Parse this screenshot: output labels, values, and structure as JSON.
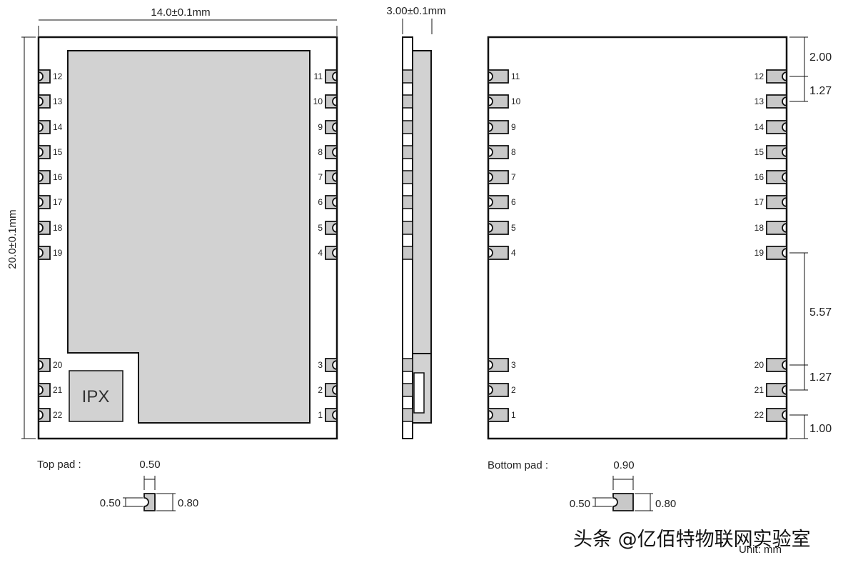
{
  "colors": {
    "outline": "#111111",
    "pad_fill": "#c8c8c8",
    "shield_fill": "#d2d2d2",
    "background": "#ffffff"
  },
  "top_view": {
    "width_dim": "14.0±0.1mm",
    "height_dim": "20.0±0.1mm",
    "connector_label": "IPX",
    "left_pins": [
      "12",
      "13",
      "14",
      "15",
      "16",
      "17",
      "18",
      "19",
      "20",
      "21",
      "22"
    ],
    "right_pins": [
      "11",
      "10",
      "9",
      "8",
      "7",
      "6",
      "5",
      "4",
      "3",
      "2",
      "1"
    ]
  },
  "side_view": {
    "thickness_dim": "3.00±0.1mm"
  },
  "bottom_view": {
    "left_pins": [
      "11",
      "10",
      "9",
      "8",
      "7",
      "6",
      "5",
      "4",
      "3",
      "2",
      "1"
    ],
    "right_pins": [
      "12",
      "13",
      "14",
      "15",
      "16",
      "17",
      "18",
      "19",
      "20",
      "21",
      "22"
    ],
    "dims": {
      "top_margin": "2.00",
      "pitch_top": "1.27",
      "gap": "5.57",
      "pitch_bottom": "1.27",
      "bottom_margin": "1.00"
    }
  },
  "top_pad": {
    "label": "Top pad :",
    "width": "0.50",
    "height": "0.80",
    "notch": "0.50"
  },
  "bottom_pad": {
    "label": "Bottom pad :",
    "width": "0.90",
    "height": "0.80",
    "notch": "0.50"
  },
  "unit_note": "Unit: mm",
  "watermark": "头条 @亿佰特物联网实验室"
}
